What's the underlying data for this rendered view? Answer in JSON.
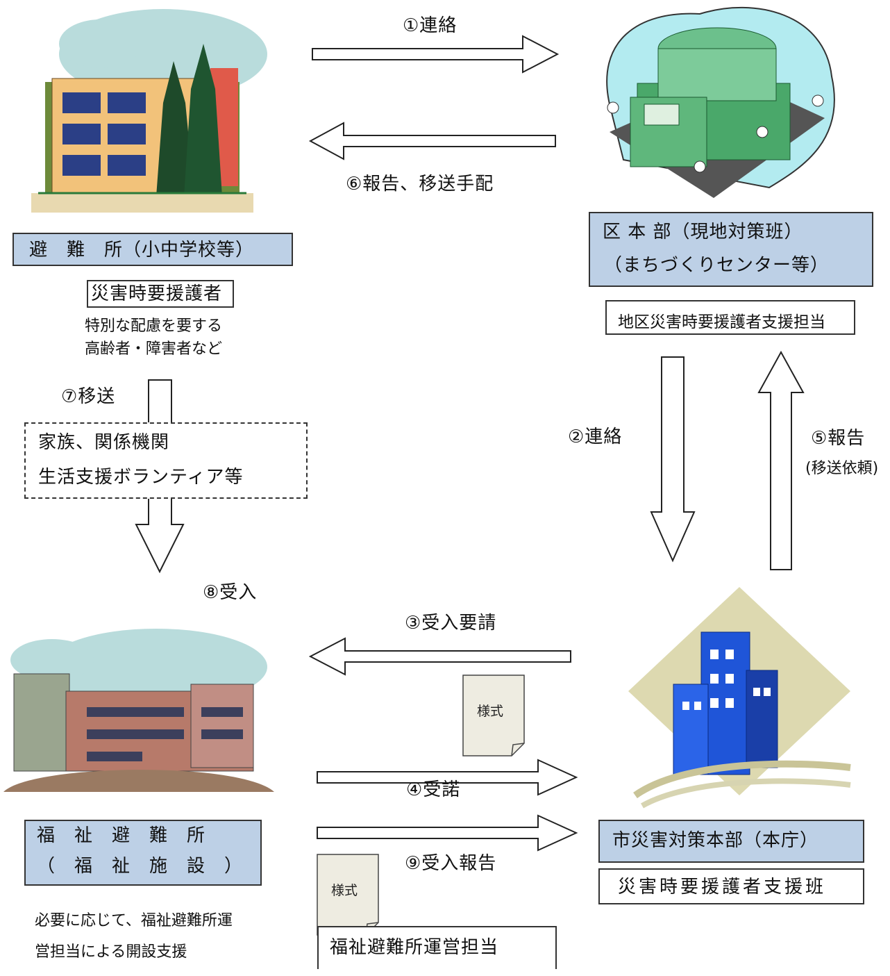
{
  "arrows": {
    "a1": "①連絡",
    "a2": "②連絡",
    "a3": "③受入要請",
    "a4": "④受諾",
    "a5": "⑤報告",
    "a5_sub": "(移送依頼)",
    "a6": "⑥報告、移送手配",
    "a7": "⑦移送",
    "a8": "⑧受入",
    "a9": "⑨受入報告"
  },
  "shelter": {
    "label": "避　難　所（小中学校等）",
    "vulnerable": "災害時要援護者",
    "desc_line1": "特別な配慮を要する",
    "desc_line2": "高齢者・障害者など"
  },
  "ward_hq": {
    "line1": "区 本 部（現地対策班）",
    "line2": "（まちづくりセンター等）",
    "support": "地区災害時要援護者支援担当"
  },
  "transport": {
    "line1": "家族、関係機関",
    "line2": "生活支援ボランティア等"
  },
  "welfare_shelter": {
    "line1": "福　祉　避　難　所",
    "line2": "（　福　祉　施　設　）",
    "note_line1": "必要に応じて、福祉避難所運",
    "note_line2": "営担当による開設支援"
  },
  "city_hq": {
    "label": "市災害対策本部（本庁）",
    "team": "災害時要援護者支援班"
  },
  "forms": {
    "label1": "様式",
    "label2": "様式"
  },
  "operation": {
    "label": "福祉避難所運営担当"
  }
}
